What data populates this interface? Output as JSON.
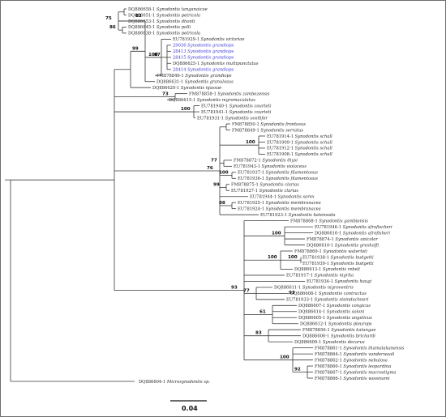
{
  "highlight_color": "#3b3bd6",
  "line_color": "#3a3a3a",
  "tree": {
    "leaves": [
      {
        "accession": "DQ886658-1",
        "species": "Synodontis tanganaicae"
      },
      {
        "accession": "DQ886651-1",
        "species": "Synodontis petricola"
      },
      {
        "accession": "DQ886653-1",
        "species": "Synodontis dhonti"
      },
      {
        "accession": "DQ886645-1",
        "species": "Synodontis polli"
      },
      {
        "accession": "DQ886638-1",
        "species": "Synodontis petricola"
      },
      {
        "accession": "EU781929-1",
        "species": "Synodontis victoriae"
      },
      {
        "accession": "29036",
        "species": "Synodontis grandiops",
        "highlight": true
      },
      {
        "accession": "28413",
        "species": "Synodontis grandiops",
        "highlight": true
      },
      {
        "accession": "28415",
        "species": "Synodontis grandiops",
        "highlight": true
      },
      {
        "accession": "DQ886625-1",
        "species": "Synodontis multipunctatus"
      },
      {
        "accession": "28414",
        "species": "Synodontis grandiops",
        "highlight": true
      },
      {
        "accession": "FM878846-1",
        "species": "Synodontis grandiops"
      },
      {
        "accession": "DQ886631-1",
        "species": "Synodontis granulosus"
      },
      {
        "accession": "DQ886620-1",
        "species": "Synodontis njassae"
      },
      {
        "accession": "FM878858-1",
        "species": "Synodontis zambezensis"
      },
      {
        "accession": "DQ886615-1",
        "species": "Synodontis nigromaculatus"
      },
      {
        "accession": "EU781940-1",
        "species": "Synodontis courteti"
      },
      {
        "accession": "EU781941-1",
        "species": "Synodontis courteti"
      },
      {
        "accession": "EU781931-1",
        "species": "Synodontis ocellifer"
      },
      {
        "accession": "FM878850-1",
        "species": "Synodontis frontosus"
      },
      {
        "accession": "FM878849-1",
        "species": "Synodontis serratus"
      },
      {
        "accession": "EU781914-1",
        "species": "Synodontis schall"
      },
      {
        "accession": "EU781909-1",
        "species": "Synodontis schall"
      },
      {
        "accession": "EU781912-1",
        "species": "Synodontis schall"
      },
      {
        "accession": "EU781908-1",
        "species": "Synodontis schall"
      },
      {
        "accession": "FM878872-1",
        "species": "Synodontis thysi"
      },
      {
        "accession": "EU781943-1",
        "species": "Synodontis violaceus"
      },
      {
        "accession": "EU781937-1",
        "species": "Synodontis filamentosus"
      },
      {
        "accession": "EU781936-1",
        "species": "Synodontis filamentosus"
      },
      {
        "accession": "FM878875-1",
        "species": "Synodontis clarias"
      },
      {
        "accession": "EU781927-1",
        "species": "Synodontis clarias"
      },
      {
        "accession": "EU781944-1",
        "species": "Synodontis sorex"
      },
      {
        "accession": "EU781925-1",
        "species": "Synodontis membranacea"
      },
      {
        "accession": "EU781924-1",
        "species": "Synodontis membranacea"
      },
      {
        "accession": "EU781923-1",
        "species": "Synodontis batensoda"
      },
      {
        "accession": "FM878868-1",
        "species": "Synodontis gambiensis"
      },
      {
        "accession": "EU781946-1",
        "species": "Synodontis afrofischeri"
      },
      {
        "accession": "DQ886616-1",
        "species": "Synodontis afrofisheri"
      },
      {
        "accession": "FM878874-1",
        "species": "Synodontis unicolor"
      },
      {
        "accession": "DQ886610-1",
        "species": "Synodontis greshoffi"
      },
      {
        "accession": "FM878869-1",
        "species": "Synodontis waterloti"
      },
      {
        "accession": "EU781938-1",
        "species": "Synodontis budgetti"
      },
      {
        "accession": "EU781939-1",
        "species": "Synodontis budgetti"
      },
      {
        "accession": "DQ886613-1",
        "species": "Synodontis rebeli"
      },
      {
        "accession": "EU781917-1",
        "species": "Synodontis nigrita"
      },
      {
        "accession": "EU781934-1",
        "species": "Synodontis haugi"
      },
      {
        "accession": "DQ886611-1",
        "species": "Synodontis nigroventris"
      },
      {
        "accession": "DQ886608-1",
        "species": "Synodontis contractus"
      },
      {
        "accession": "EU781933-1",
        "species": "Synodontis steindachneri"
      },
      {
        "accession": "DQ886607-1",
        "species": "Synodontis congicus"
      },
      {
        "accession": "DQ886614-1",
        "species": "Synodontis soloni"
      },
      {
        "accession": "DQ886605-1",
        "species": "Synodontis angelicus"
      },
      {
        "accession": "DQ886612-1",
        "species": "Synodontis pleurops"
      },
      {
        "accession": "FM878856-1",
        "species": "Synodontis katangae"
      },
      {
        "accession": "DQ886606-1",
        "species": "Synodontis brichardi"
      },
      {
        "accession": "DQ886609-1",
        "species": "Synodontis decorus"
      },
      {
        "accession": "FM878861-1",
        "species": "Synodontis thamalakanensis"
      },
      {
        "accession": "FM878864-1",
        "species": "Synodontis vanderwaali"
      },
      {
        "accession": "FM878862-1",
        "species": "Synodontis nebulosa"
      },
      {
        "accession": "FM878860-1",
        "species": "Synodontis leopardina"
      },
      {
        "accession": "FM878867-1",
        "species": "Synodontis macrostigma"
      },
      {
        "accession": "FM878866-1",
        "species": "Synodontis woosnami"
      }
    ],
    "outgroup": {
      "accession": "DQ886604-1",
      "species": "Microsynodontis sp."
    },
    "support_values": [
      "75",
      "83",
      "86",
      "99",
      "100",
      "87",
      "73",
      "100",
      "76",
      "100",
      "77",
      "100",
      "99",
      "88",
      "100",
      "100",
      "100",
      "93",
      "77",
      "61",
      "93",
      "83",
      "100",
      "92"
    ],
    "scale_bar_label": "0.04"
  }
}
